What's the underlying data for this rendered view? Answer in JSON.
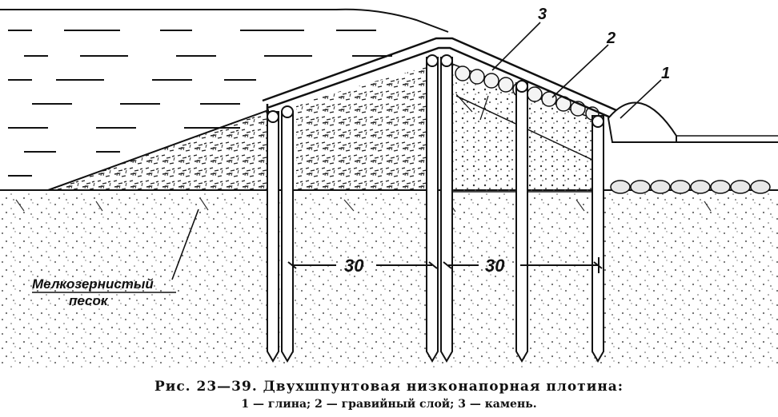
{
  "figure": {
    "callouts": {
      "one": "1",
      "two": "2",
      "three": "3"
    },
    "dimensions": {
      "left": "30",
      "right": "30"
    },
    "sand_label": {
      "line1": "Мелкозернистый",
      "line2": "песок"
    },
    "caption": {
      "title": "Рис. 23—39. Двухшпунтовая низконапорная плотина:",
      "legend": "1 — глина; 2 — гравийный слой; 3 — камень."
    }
  }
}
